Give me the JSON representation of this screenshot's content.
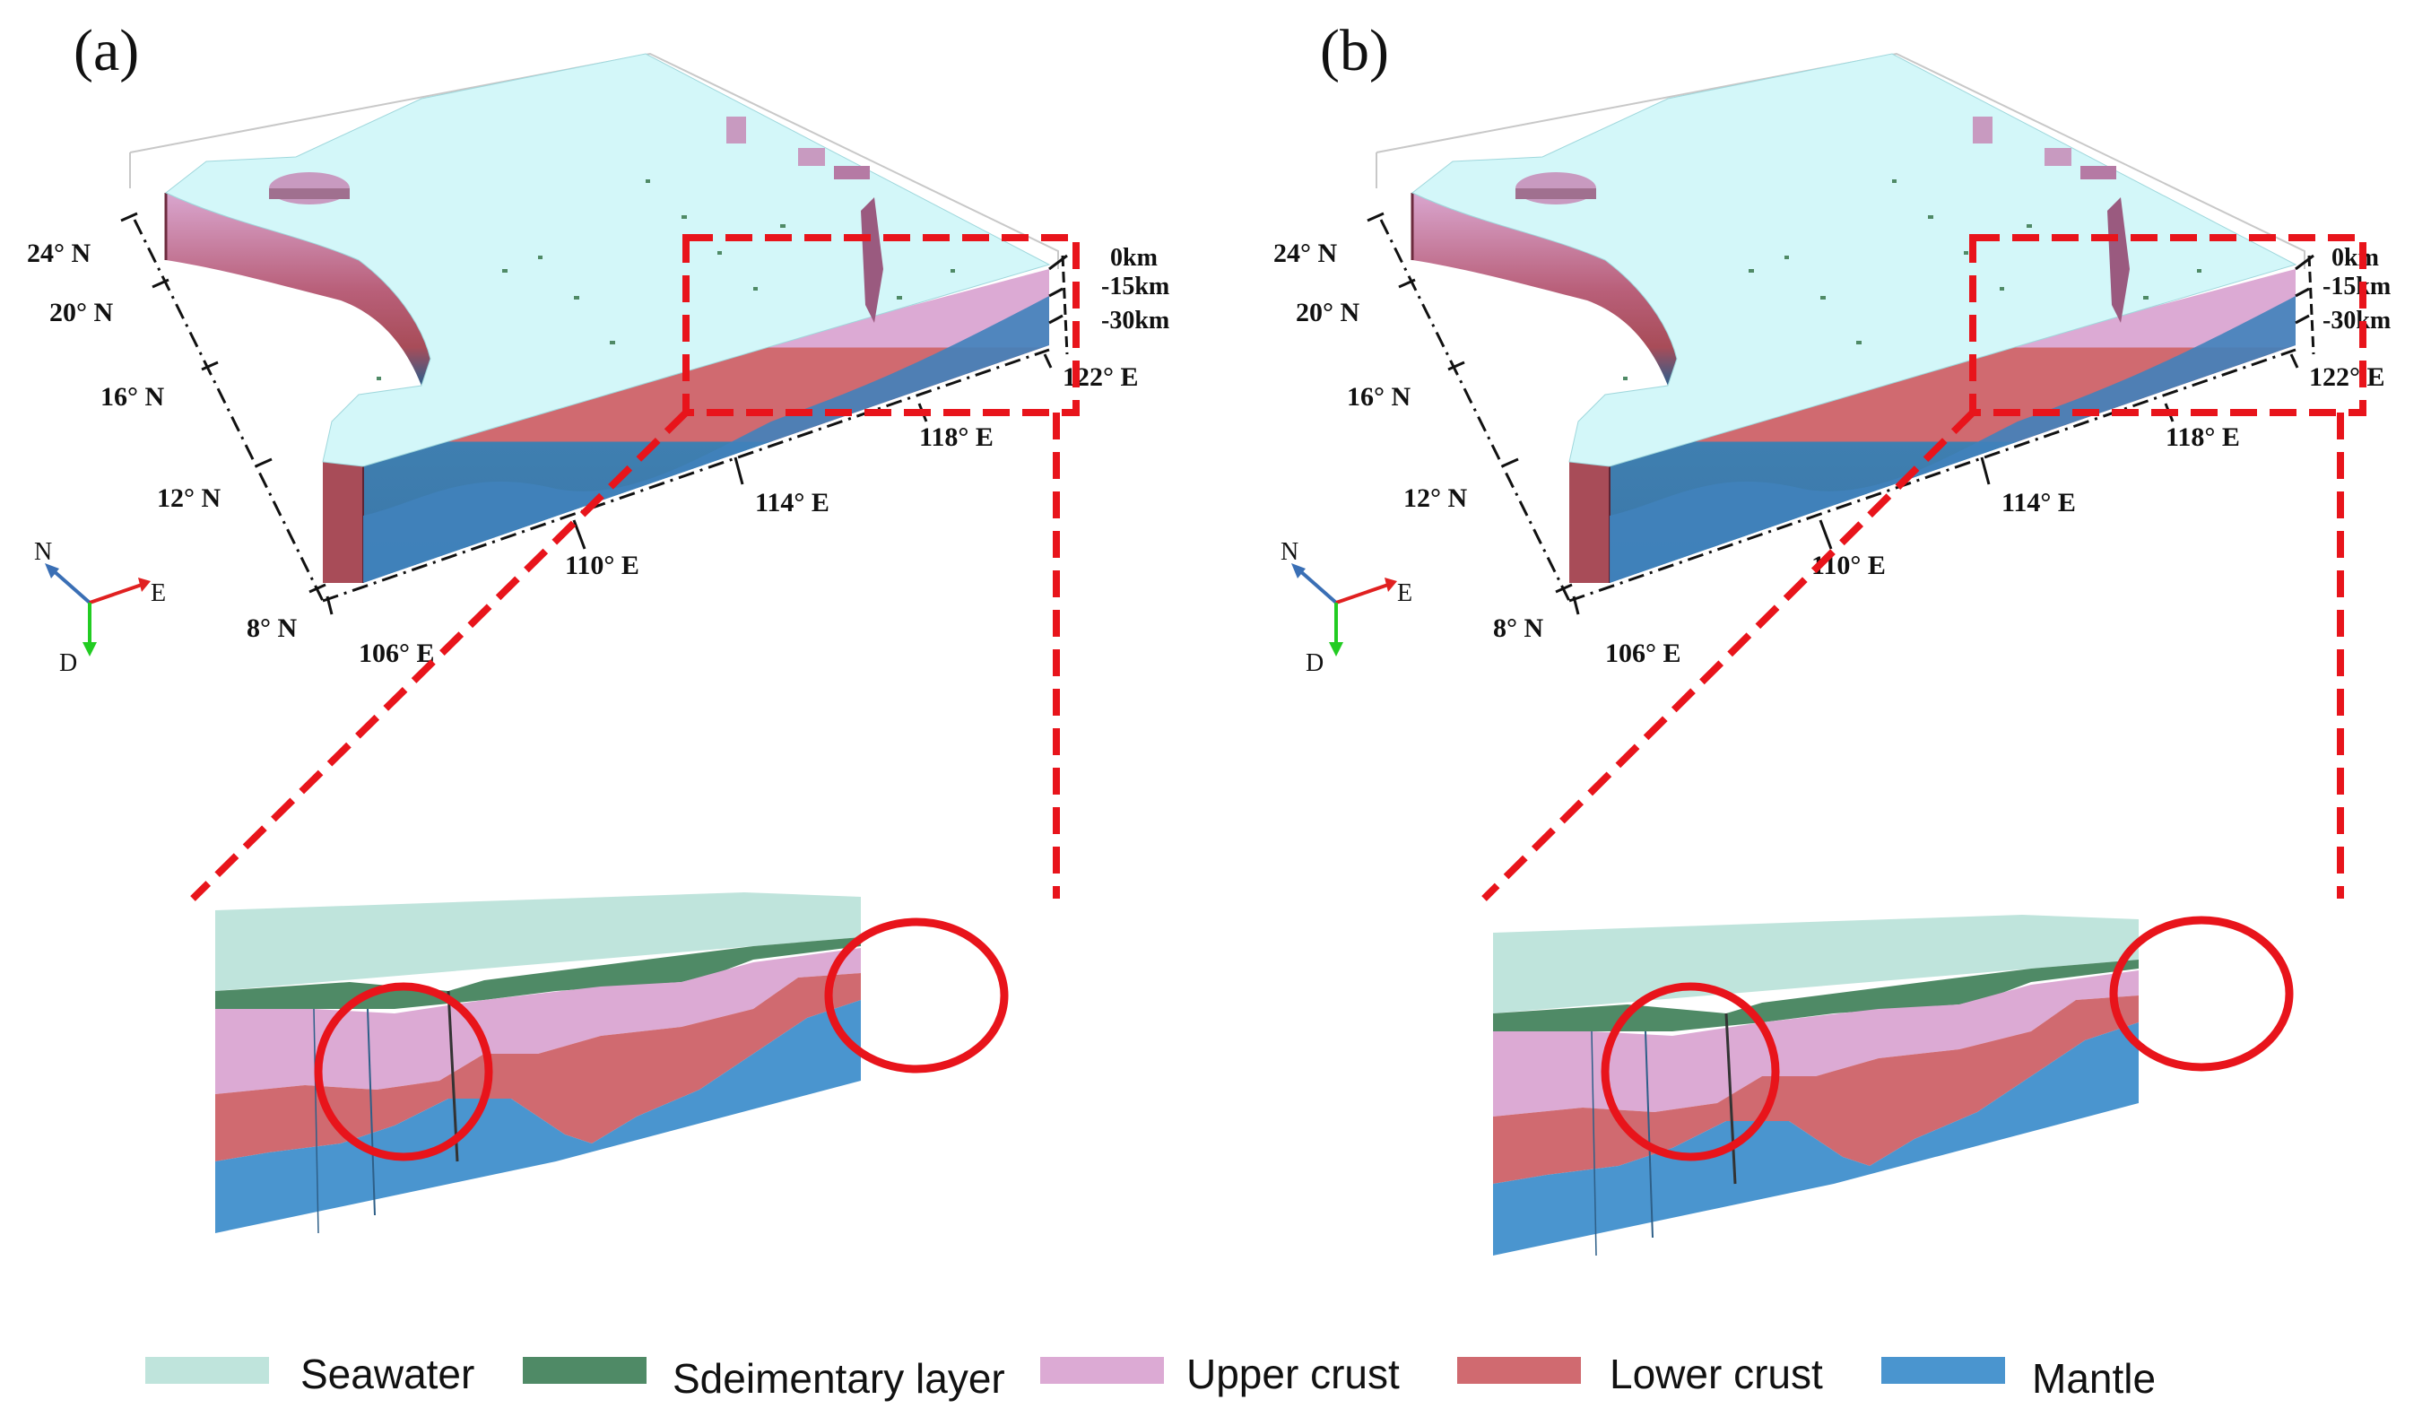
{
  "panels": [
    {
      "letter": "(a)",
      "lat_ticks": [
        "24° N",
        "20° N",
        "16° N",
        "12° N",
        "8° N"
      ],
      "lon_ticks": [
        "106° E",
        "110° E",
        "114° E",
        "118° E",
        "122° E"
      ],
      "depth_ticks": [
        "0km",
        "-15km",
        "-30km"
      ]
    },
    {
      "letter": "(b)",
      "lat_ticks": [
        "24° N",
        "20° N",
        "16° N",
        "12° N",
        "8° N"
      ],
      "lon_ticks": [
        "106° E",
        "110° E",
        "114° E",
        "118° E",
        "122° E"
      ],
      "depth_ticks": [
        "0km",
        "-15km",
        "-30km"
      ]
    }
  ],
  "axes_triad": {
    "north": "N",
    "east": "E",
    "down": "D",
    "north_color": "#3a6fb5",
    "east_color": "#e02020",
    "down_color": "#22cc22"
  },
  "legend": [
    {
      "label": "Seawater",
      "color": "#bfe4dc"
    },
    {
      "label": "Sdeimentary layer",
      "color": "#4f8a66"
    },
    {
      "label": "Upper crust",
      "color": "#dcaad4"
    },
    {
      "label": "Lower crust",
      "color": "#d06a70"
    },
    {
      "label": "Mantle",
      "color": "#4a95cf"
    }
  ],
  "colors": {
    "sea_surface": "#d3f7f9",
    "island": "#c89ac0",
    "highlight": "#e8141b",
    "zoom_top": "#bfe4dc"
  }
}
